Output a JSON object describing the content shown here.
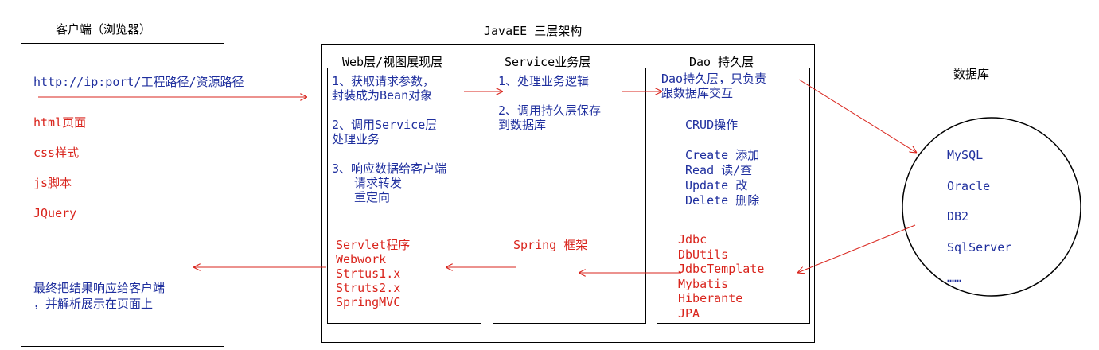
{
  "client": {
    "title": "客户端（浏览器）",
    "url": "http://ip:port/工程路径/资源路径",
    "items": [
      "html页面",
      "css样式",
      "js脚本",
      "JQuery"
    ],
    "result_lines": [
      "最终把结果响应给客户端",
      "，并解析展示在页面上"
    ]
  },
  "javaee": {
    "title": "JavaEE 三层架构",
    "web": {
      "title": "Web层/视图展现层",
      "steps": [
        "1、获取请求参数，",
        "封装成为Bean对象",
        "2、调用Service层",
        "处理业务",
        "3、响应数据给客户端",
        "请求转发",
        "重定向"
      ],
      "frameworks": [
        "Servlet程序",
        "Webwork",
        "Strtus1.x",
        "Struts2.x",
        "SpringMVC"
      ]
    },
    "service": {
      "title": "Service业务层",
      "steps": [
        "1、处理业务逻辑",
        "2、调用持久层保存",
        "到数据库"
      ],
      "framework": "Spring 框架"
    },
    "dao": {
      "title": "Dao 持久层",
      "desc": [
        "Dao持久层，只负责",
        "跟数据库交互"
      ],
      "crud_title": "CRUD操作",
      "crud": [
        "Create 添加",
        "Read  读/查",
        "Update 改",
        "Delete 删除"
      ],
      "frameworks": [
        "Jdbc",
        "DbUtils",
        "JdbcTemplate",
        "Mybatis",
        "Hiberante",
        "JPA"
      ]
    }
  },
  "database": {
    "title": "数据库",
    "items": [
      "MySQL",
      "Oracle",
      "DB2",
      "SqlServer",
      "……"
    ]
  },
  "colors": {
    "blue_text": "#1f2f9e",
    "red_text": "#d9241c",
    "border": "#000000"
  }
}
